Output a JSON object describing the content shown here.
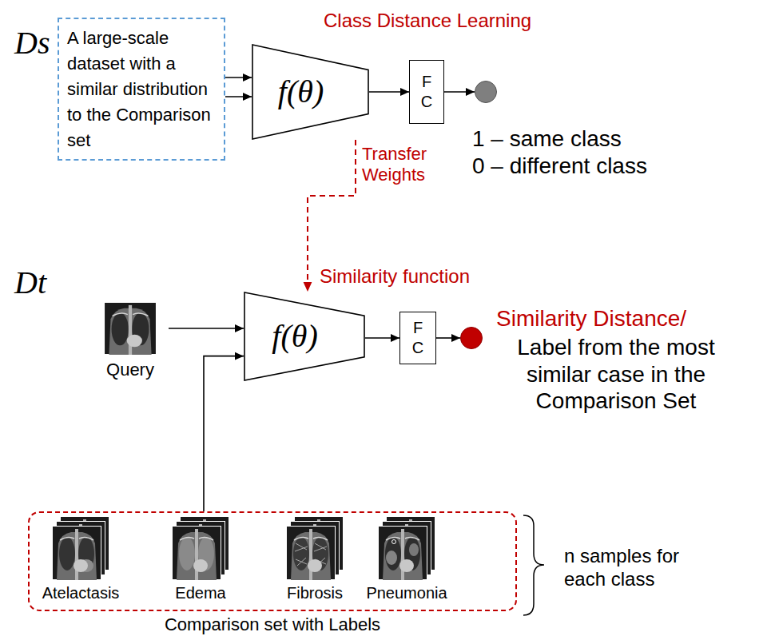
{
  "diagram": {
    "nodes": [
      {
        "text": [
          "A large-scale dataset with a similar distribution to the Comparison set"
        ]
      },
      {
        "text": [
          "f(θ)"
        ]
      },
      {
        "text": [
          "F C"
        ]
      },
      {
        "text": [
          "1 – same class",
          "0 – different class"
        ]
      },
      {
        "text": [
          "Query"
        ]
      },
      {
        "text": [
          "f(θ)"
        ]
      },
      {
        "text": [
          "F C"
        ]
      },
      {
        "text": [
          "Similarity Distance/",
          "Label from the most similar case in the Comparison Set"
        ]
      },
      {
        "text": [
          "Comparison set with Labels"
        ]
      },
      {
        "text": [
          "Atelactasis"
        ],
        "in": 8
      },
      {
        "text": [
          "Edema"
        ],
        "in": 8
      },
      {
        "text": [
          "Fibrosis"
        ],
        "in": 8
      },
      {
        "text": [
          "Pneumonia"
        ],
        "in": 8
      }
    ],
    "edges": [
      {
        "from": 0,
        "to": 1,
        "arrow": "to"
      },
      {
        "from": 0,
        "to": 1,
        "arrow": "to"
      },
      {
        "from": 1,
        "to": 2,
        "arrow": "to"
      },
      {
        "from": 2,
        "to": 3,
        "arrow": "to"
      },
      {
        "from": 1,
        "to": 5,
        "label": "Transfer Weights",
        "arrow": "to"
      },
      {
        "from": 4,
        "to": 5,
        "arrow": "to"
      },
      {
        "from": 8,
        "to": 5,
        "arrow": "to"
      },
      {
        "from": 5,
        "to": 6,
        "arrow": "to"
      },
      {
        "from": 6,
        "to": 7,
        "arrow": "to"
      }
    ],
    "labels": [
      "Ds",
      "Class Distance Learning",
      "Dt",
      "Similarity function",
      "n samples for each class"
    ]
  }
}
